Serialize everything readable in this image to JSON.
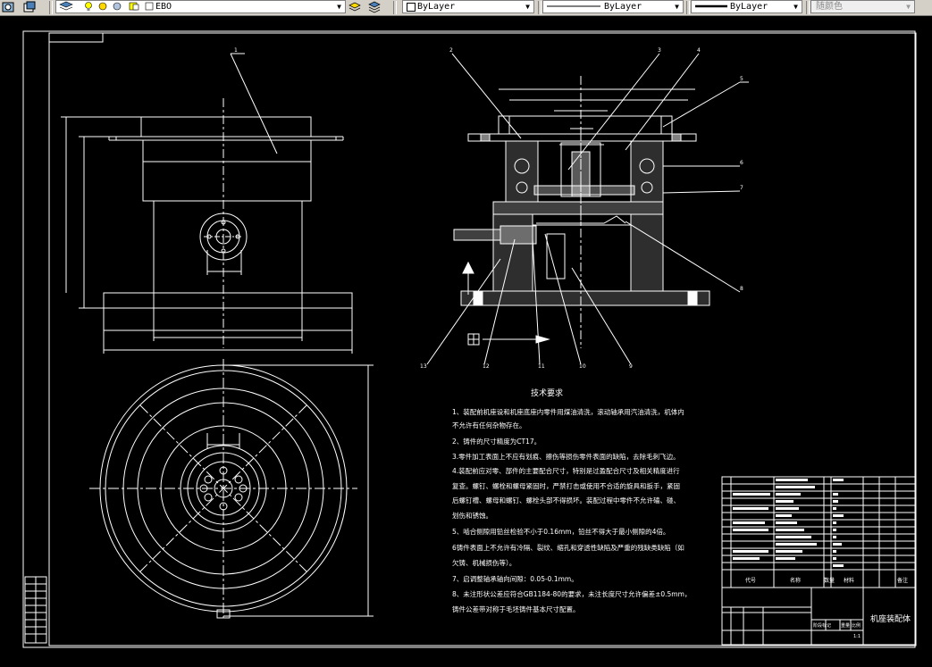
{
  "toolbar": {
    "layer_name": "EBO",
    "color_value": "ByLayer",
    "linetype_value": "ByLayer",
    "lineweight_value": "ByLayer",
    "plotstyle_value": "随颜色",
    "accent_bulb": "#ffff00",
    "accent_sun": "#ffd800"
  },
  "drawing": {
    "background": "#000000",
    "line_color": "#ffffff",
    "balloon_top": [
      "1",
      "2",
      "3",
      "4",
      "5",
      "6",
      "7",
      "8"
    ],
    "balloon_bottom": [
      "13",
      "12",
      "11",
      "10",
      "9"
    ],
    "tech_title": "技术要求",
    "tech_lines": [
      "1、装配前机座设和机座底座内零件用煤油清洗，滚动轴承用汽油清洗，机体内",
      "不允许有任何杂物存在。",
      "2、铸件的尺寸精度为CT17。",
      "3.零件加工表面上不应有划痕、擦伤等损伤零件表面的缺陷，去除毛刺飞边。",
      "4.装配前应对零、部件的主要配合尺寸，特别是过盈配合尺寸及相关精度进行",
      "复查。螺钉、螺栓和螺母紧固时，严禁打击或使用不合适的旋具和扳手，紧固",
      "后螺钉槽、螺母和螺钉、螺栓头部不得损坏。装配过程中零件不允许磕、碰、",
      "划伤和锈蚀。",
      "5、啮合侧隙用铅丝检验不小于0.16mm，铅丝不得大于最小侧隙的4倍。",
      "6铸件表面上不允许有冷隔、裂纹、缩孔和穿透性缺陷及严重的残缺类缺陷（如",
      "欠铸、机械损伤等）。",
      "7、启调整轴承轴向间隙：0.05-0.1mm。",
      "8、未注形状公差应符合GB1184-80的要求，未注长度尺寸允许偏差±0.5mm，",
      "铸件公差带对称于毛坯铸件基本尺寸配置。"
    ],
    "title_block": {
      "drawing_name": "机座装配体",
      "col_code": "代号",
      "col_name": "名称",
      "col_qty": "数量",
      "col_material": "材料",
      "col_remark": "备注",
      "stage_label": "阶段标记",
      "weight_label": "重量",
      "scale_label": "比例",
      "scale_value": "1:1"
    }
  }
}
